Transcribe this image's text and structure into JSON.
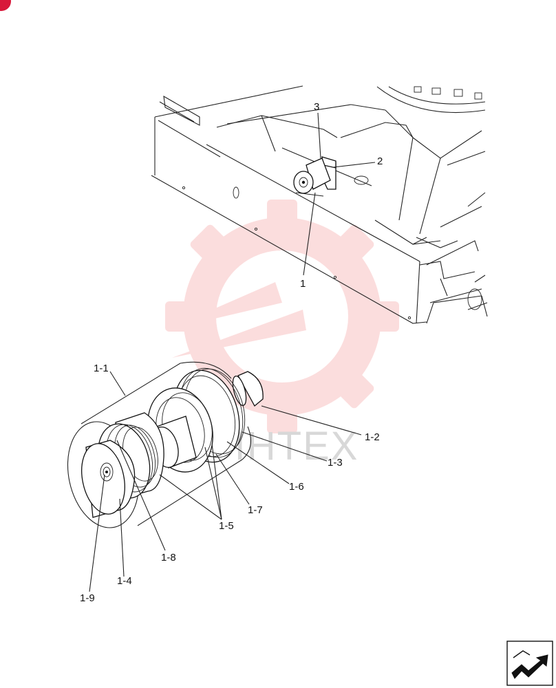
{
  "watermark": {
    "text": "VIHTEX",
    "color": "#f5a0a0"
  },
  "corner_badge": {
    "icon": "red-circle-icon",
    "color": "#d8183a"
  },
  "nav_icon": {
    "icon": "next-page-arrow-icon"
  },
  "callouts": {
    "c3": "3",
    "c2": "2",
    "c1": "1",
    "c1_1": "1-1",
    "c1_2": "1-2",
    "c1_3": "1-3",
    "c1_6": "1-6",
    "c1_7": "1-7",
    "c1_5": "1-5",
    "c1_8": "1-8",
    "c1_4": "1-4",
    "c1_9": "1-9"
  }
}
